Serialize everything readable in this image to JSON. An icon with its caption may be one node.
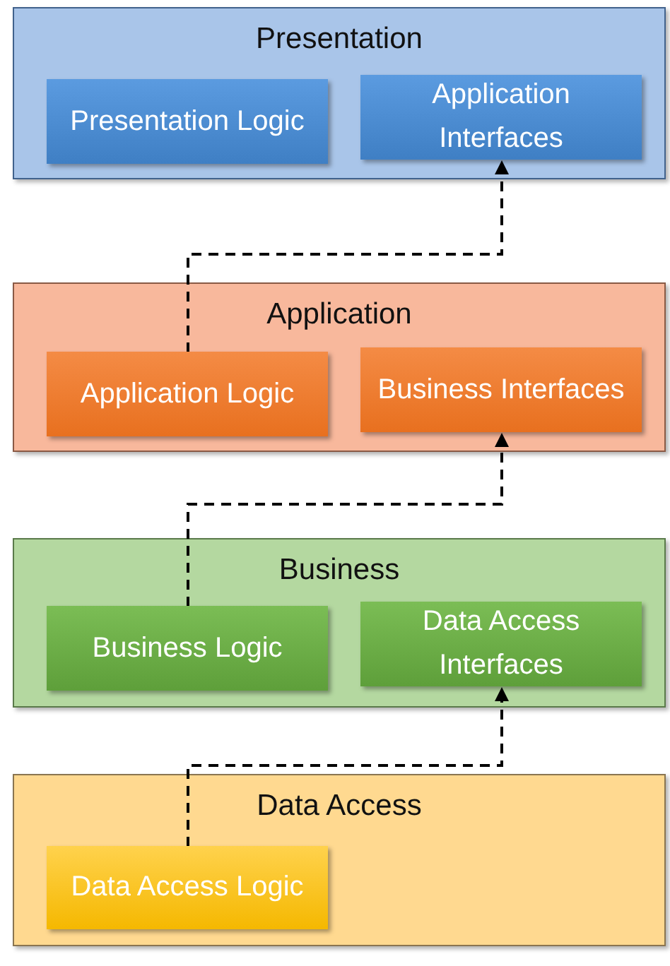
{
  "diagram": {
    "nodes": [
      {
        "text": [
          "Presentation"
        ]
      },
      {
        "text": [
          "Presentation Logic"
        ],
        "in": 0
      },
      {
        "text": [
          "Application Interfaces"
        ],
        "in": 0
      },
      {
        "text": [
          "Application"
        ]
      },
      {
        "text": [
          "Application Logic"
        ],
        "in": 3
      },
      {
        "text": [
          "Business Interfaces"
        ],
        "in": 3
      },
      {
        "text": [
          "Business"
        ]
      },
      {
        "text": [
          "Business Logic"
        ],
        "in": 6
      },
      {
        "text": [
          "Data Access Interfaces"
        ],
        "in": 6
      },
      {
        "text": [
          "Data Access"
        ]
      },
      {
        "text": [
          "Data Access Logic"
        ],
        "in": 9
      }
    ],
    "edges": [
      {
        "from": 4,
        "to": 2,
        "arrow": "to",
        "style": "dashed"
      },
      {
        "from": 7,
        "to": 5,
        "arrow": "to",
        "style": "dashed"
      },
      {
        "from": 10,
        "to": 8,
        "arrow": "to",
        "style": "dashed"
      }
    ]
  }
}
